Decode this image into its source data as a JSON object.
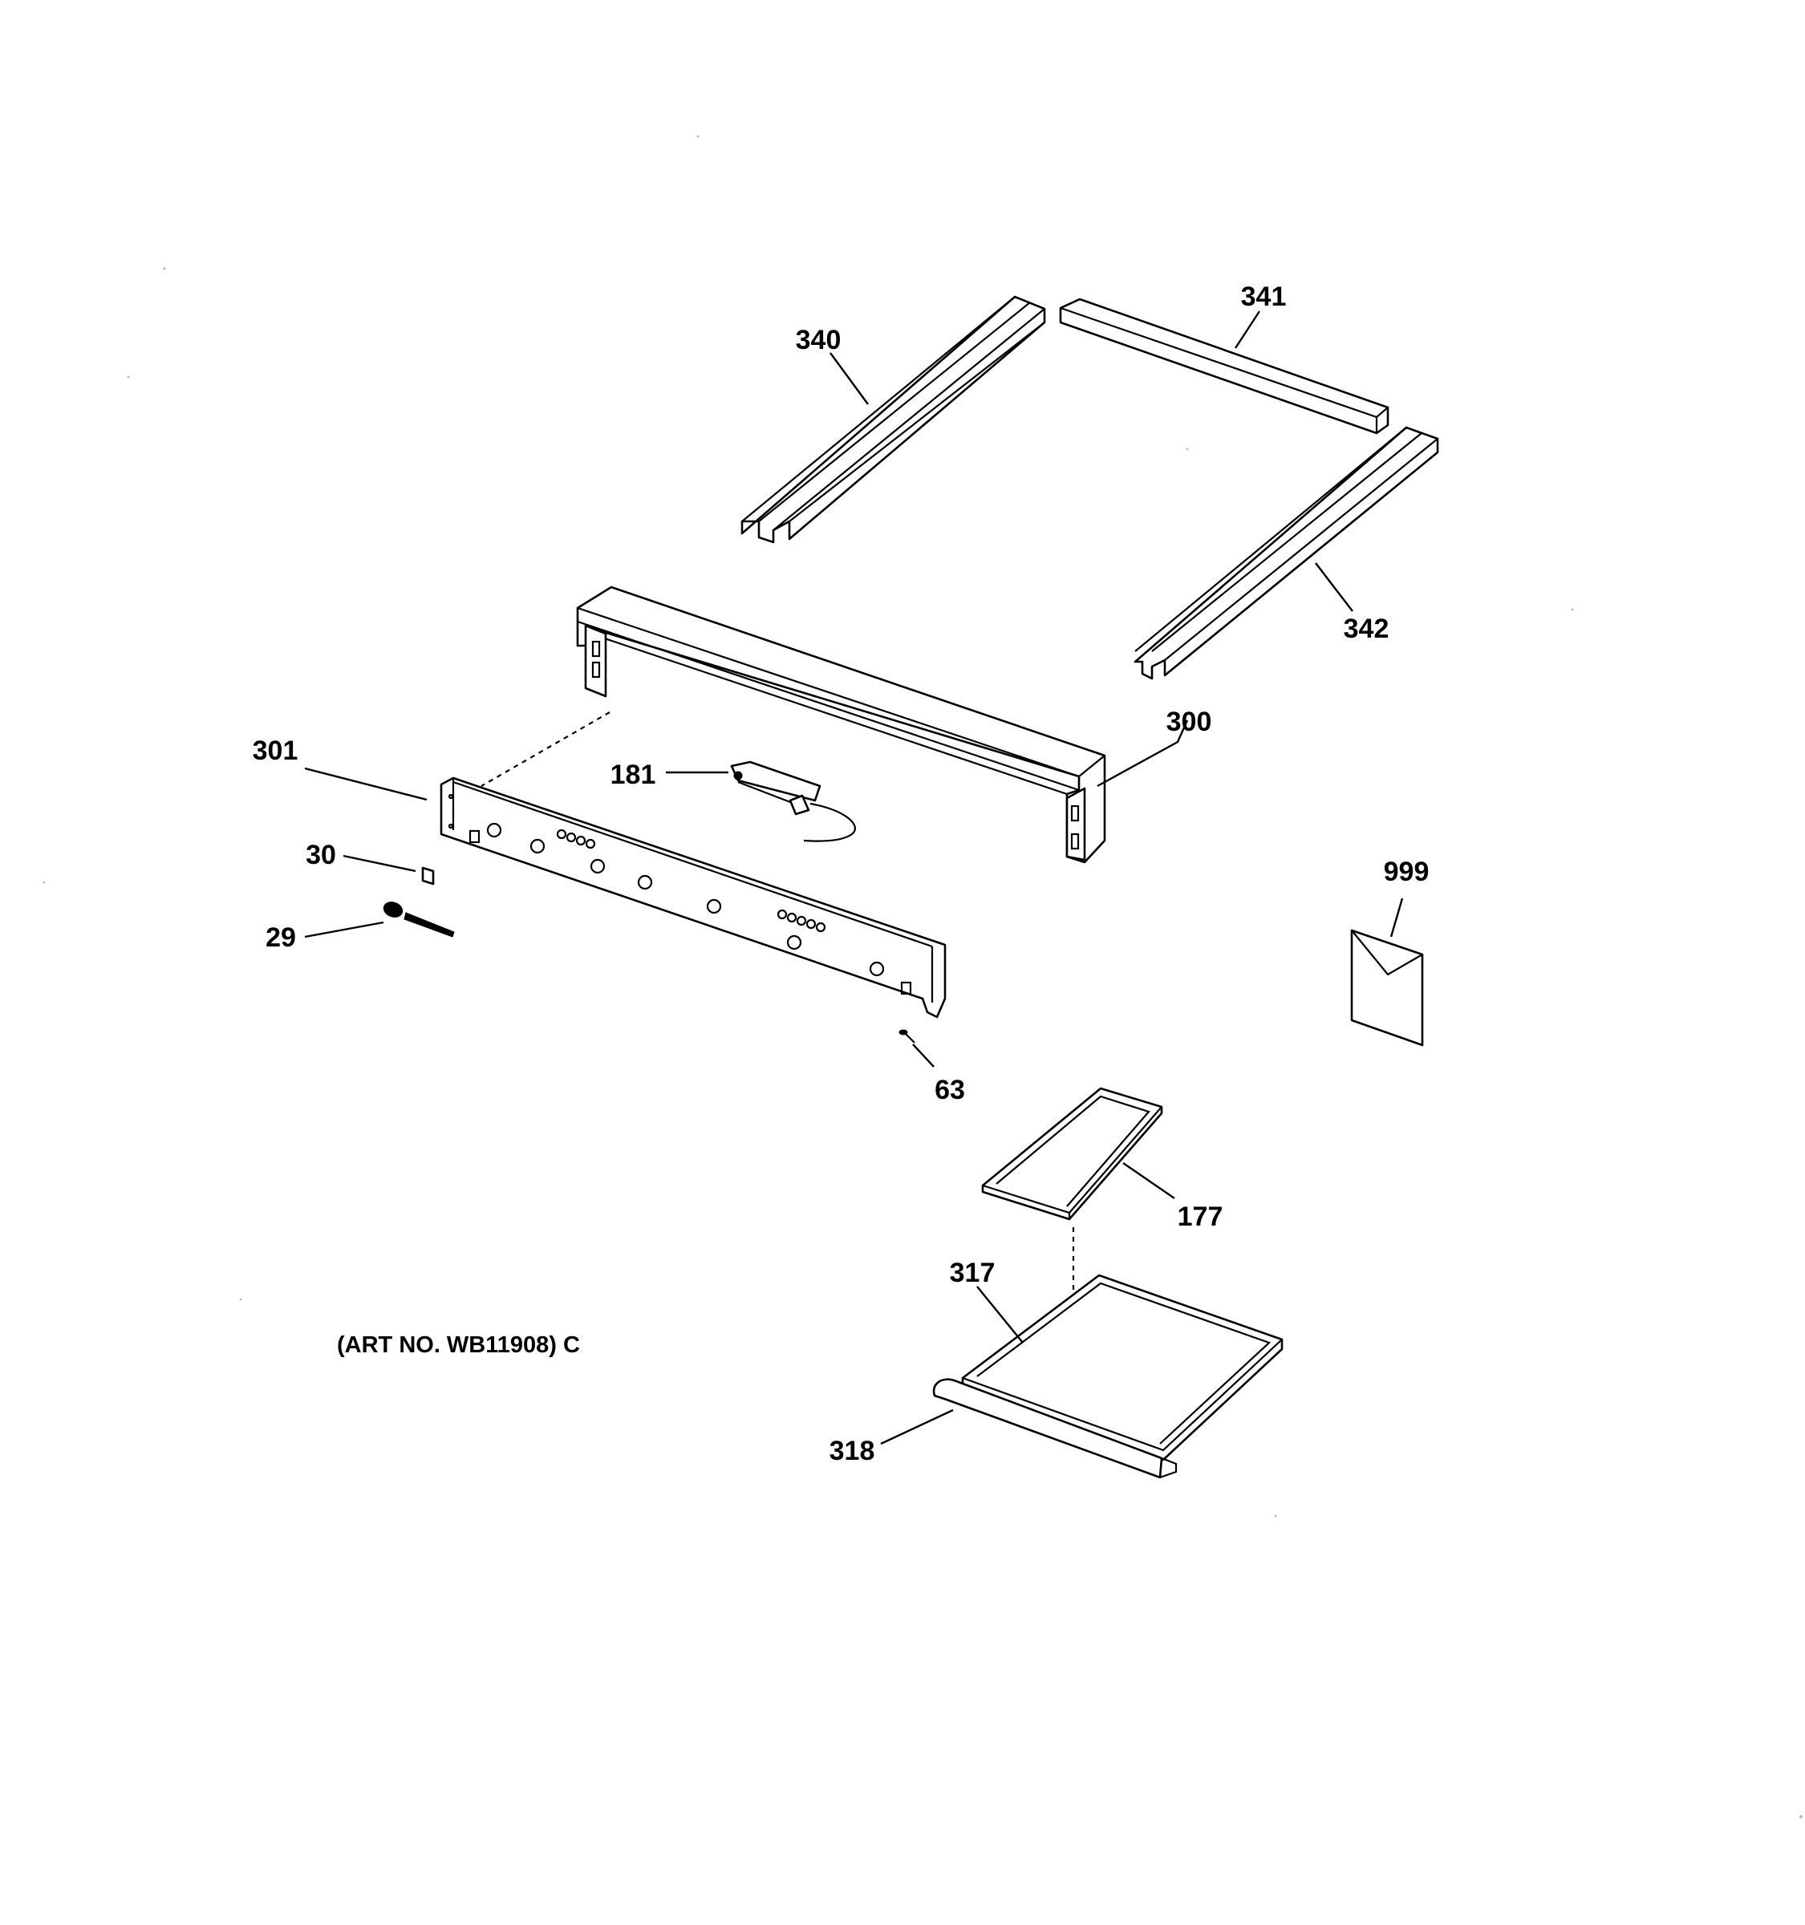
{
  "diagram": {
    "art_number": "(ART NO. WB11908) C",
    "callouts": [
      {
        "id": "340",
        "text": "340"
      },
      {
        "id": "341",
        "text": "341"
      },
      {
        "id": "342",
        "text": "342"
      },
      {
        "id": "300",
        "text": "300"
      },
      {
        "id": "301",
        "text": "301"
      },
      {
        "id": "181",
        "text": "181"
      },
      {
        "id": "30",
        "text": "30"
      },
      {
        "id": "29",
        "text": "29"
      },
      {
        "id": "63",
        "text": "63"
      },
      {
        "id": "999",
        "text": "999"
      },
      {
        "id": "177",
        "text": "177"
      },
      {
        "id": "317",
        "text": "317"
      },
      {
        "id": "318",
        "text": "318"
      }
    ]
  }
}
